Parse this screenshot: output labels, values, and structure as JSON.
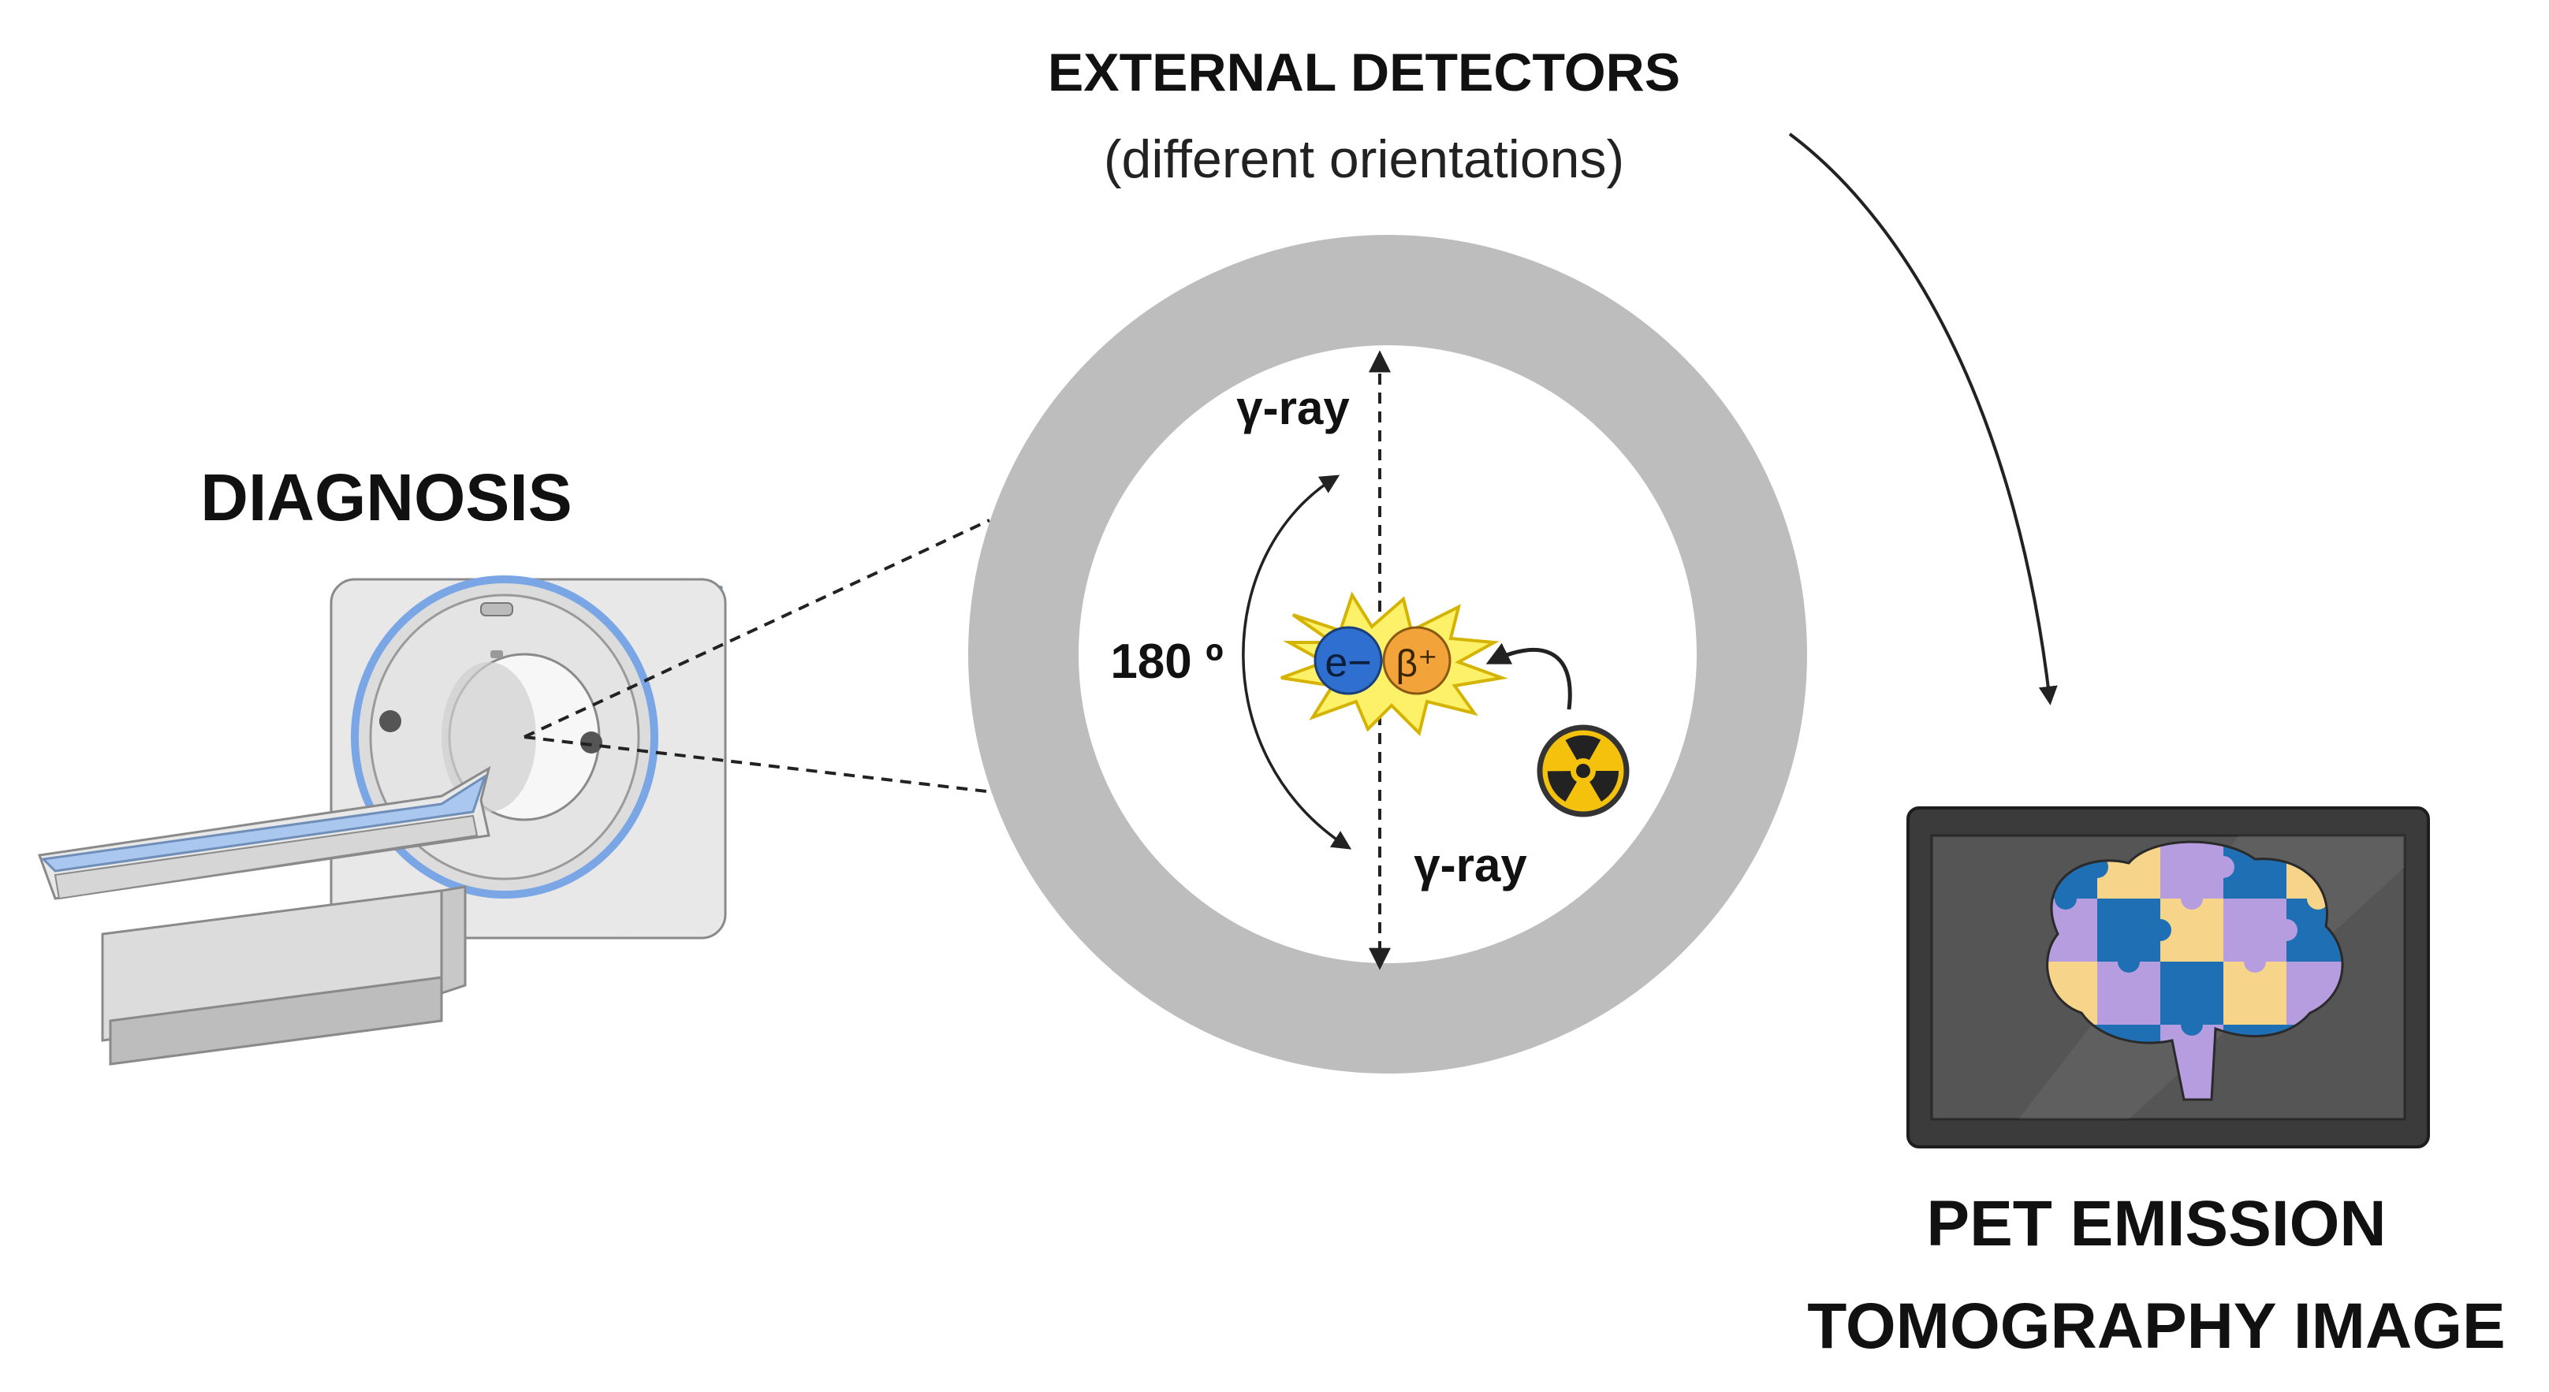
{
  "labels": {
    "detectors_title": "EXTERNAL DETECTORS",
    "detectors_subtitle": "(different orientations)",
    "diagnosis": "DIAGNOSIS",
    "gamma_top": "γ-ray",
    "gamma_bottom": "γ-ray",
    "angle": "180 º",
    "electron": "e−",
    "positron": "β⁺",
    "pet_line1": "PET EMISSION",
    "pet_line2": "TOMOGRAPHY IMAGE"
  },
  "colors": {
    "ring": "#bdbdbd",
    "electron": "#2e6fcf",
    "positron": "#f2a33a",
    "burst": "#fdf16a",
    "burst_stroke": "#d4b400",
    "scanner_body": "#e6e6e6",
    "scanner_side": "#a9c7ef",
    "scanner_ring": "#7aa6e6",
    "monitor_frame": "#3b3b3b",
    "monitor_screen": "#555555",
    "puzzle_blue": "#1f6fb5",
    "puzzle_yellow": "#f6d58a",
    "puzzle_purple": "#b59de0",
    "radioactive": "#f4c20d"
  },
  "icons": {
    "radioactive": "radioactive-icon",
    "scanner": "pet-scanner-icon",
    "brain": "brain-puzzle-icon",
    "monitor": "monitor-icon"
  }
}
